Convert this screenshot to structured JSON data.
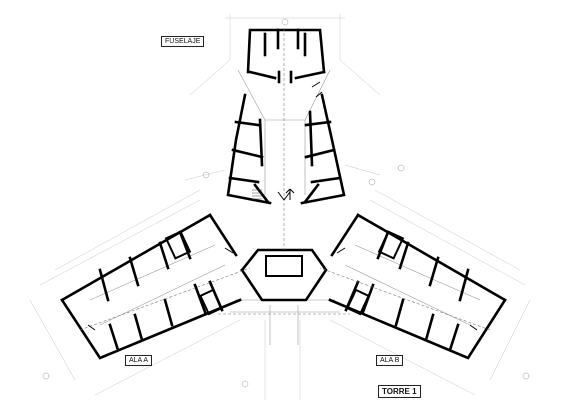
{
  "labels": {
    "fuselaje": "FUSELAJE",
    "ala_a": "ALA  A",
    "ala_b": "ALA  B",
    "torre": "TORRE 1"
  }
}
